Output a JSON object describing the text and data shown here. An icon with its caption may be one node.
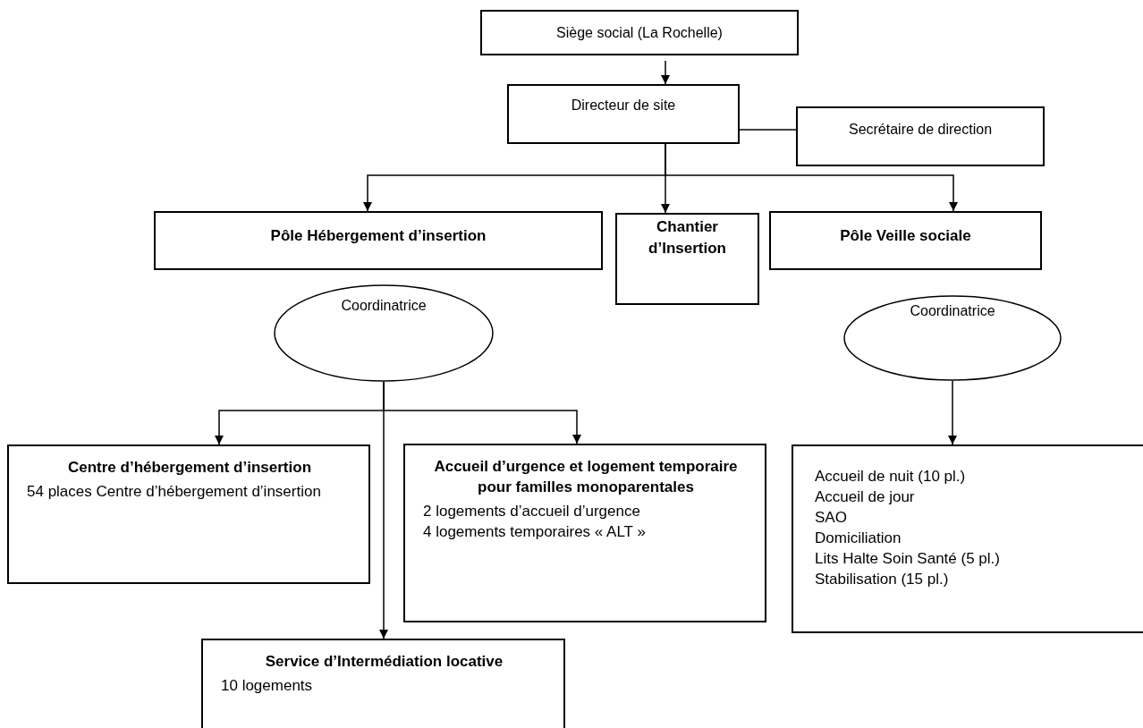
{
  "diagram": {
    "nodes": [
      {
        "text": [
          "Siège social (La Rochelle)"
        ]
      },
      {
        "text": [
          "Directeur de site"
        ]
      },
      {
        "text": [
          "Secrétaire de direction"
        ]
      },
      {
        "text": [
          "Pôle Hébergement d’insertion"
        ]
      },
      {
        "text": [
          "Chantier d’Insertion"
        ]
      },
      {
        "text": [
          "Pôle Veille sociale"
        ]
      },
      {
        "text": [
          "Coordinatrice"
        ]
      },
      {
        "text": [
          "Coordinatrice"
        ]
      },
      {
        "text": [
          "Centre d’hébergement d’insertion",
          "54 places Centre d’hébergement d’insertion"
        ]
      },
      {
        "text": [
          "Accueil d’urgence et logement temporaire pour familles monoparentales",
          "2 logements d’accueil d’urgence",
          "4 logements temporaires « ALT »"
        ]
      },
      {
        "text": [
          "Service d’Intermédiation locative",
          "10 logements"
        ]
      },
      {
        "text": [
          "Accueil de nuit (10 pl.)",
          "Accueil de jour",
          "SAO",
          "Domiciliation",
          "Lits Halte Soin Santé (5 pl.)",
          "Stabilisation (15 pl.)"
        ]
      }
    ],
    "edges": [
      {
        "from": 0,
        "to": 1,
        "arrow": "to"
      },
      {
        "from": 1,
        "to": 2,
        "arrow": "none"
      },
      {
        "from": 1,
        "to": 3,
        "arrow": "to"
      },
      {
        "from": 1,
        "to": 4,
        "arrow": "to"
      },
      {
        "from": 1,
        "to": 5,
        "arrow": "to"
      },
      {
        "from": 6,
        "to": 8,
        "arrow": "to"
      },
      {
        "from": 6,
        "to": 9,
        "arrow": "to"
      },
      {
        "from": 6,
        "to": 10,
        "arrow": "to"
      },
      {
        "from": 7,
        "to": 11,
        "arrow": "to"
      }
    ]
  }
}
